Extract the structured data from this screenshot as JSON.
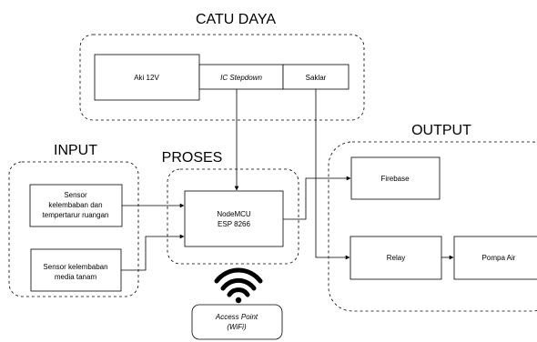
{
  "groups": {
    "power": {
      "title": "CATU DAYA"
    },
    "input": {
      "title": "INPUT"
    },
    "process": {
      "title": "PROSES"
    },
    "output": {
      "title": "OUTPUT"
    }
  },
  "nodes": {
    "aki": [
      "Aki 12V"
    ],
    "stepdown": [
      "IC Stepdown"
    ],
    "saklar": [
      "Saklar"
    ],
    "sensor_room": [
      "Sensor",
      "kelembaban dan",
      "tempertarur ruangan"
    ],
    "sensor_media": [
      "Sensor kelembaban",
      "media tanam"
    ],
    "nodemcu": [
      "NodeMCU",
      "ESP 8266"
    ],
    "firebase": [
      "Firebase"
    ],
    "relay": [
      "Relay"
    ],
    "pump": [
      "Pompa Air"
    ],
    "access_point": [
      "Access Point",
      "(WiFi)"
    ]
  },
  "icons": {
    "wifi": "wifi-icon"
  }
}
